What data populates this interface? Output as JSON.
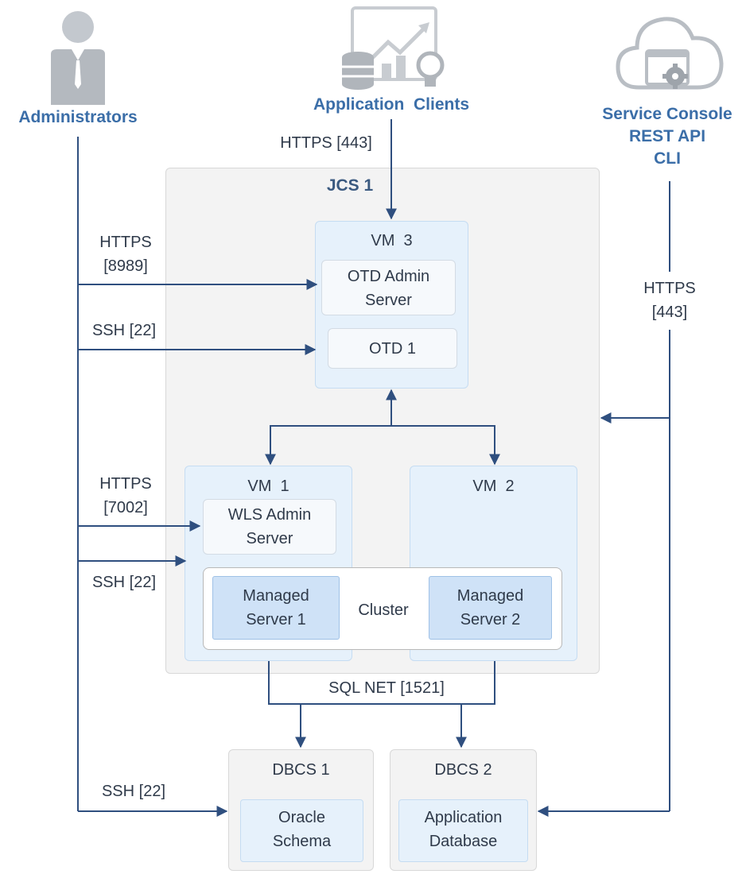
{
  "actors": {
    "administrators": "Administrators",
    "application_clients": "Application  Clients",
    "service_console": "Service Console\nREST API\nCLI"
  },
  "connections": {
    "clients_https": "HTTPS [443]",
    "admin_https_8989": "HTTPS\n[8989]",
    "admin_ssh_otd": "SSH [22]",
    "admin_https_7002": "HTTPS\n[7002]",
    "admin_ssh_wls": "SSH [22]",
    "admin_ssh_db": "SSH [22]",
    "console_https": "HTTPS\n[443]",
    "sql_net": "SQL NET [1521]"
  },
  "jcs": {
    "title": "JCS 1"
  },
  "vm3": {
    "title": "VM  3",
    "otd_admin": "OTD Admin\nServer",
    "otd1": "OTD 1"
  },
  "vm1": {
    "title": "VM  1",
    "wls_admin": "WLS Admin\nServer"
  },
  "vm2": {
    "title": "VM  2"
  },
  "cluster": {
    "label": "Cluster",
    "ms1": "Managed\nServer 1",
    "ms2": "Managed\nServer 2"
  },
  "dbcs1": {
    "title": "DBCS 1",
    "content": "Oracle\nSchema"
  },
  "dbcs2": {
    "title": "DBCS 2",
    "content": "Application\nDatabase"
  },
  "colors": {
    "line": "#2f4f7f",
    "actor_text": "#3b6ea8",
    "icon_gray": "#b9bec4"
  }
}
